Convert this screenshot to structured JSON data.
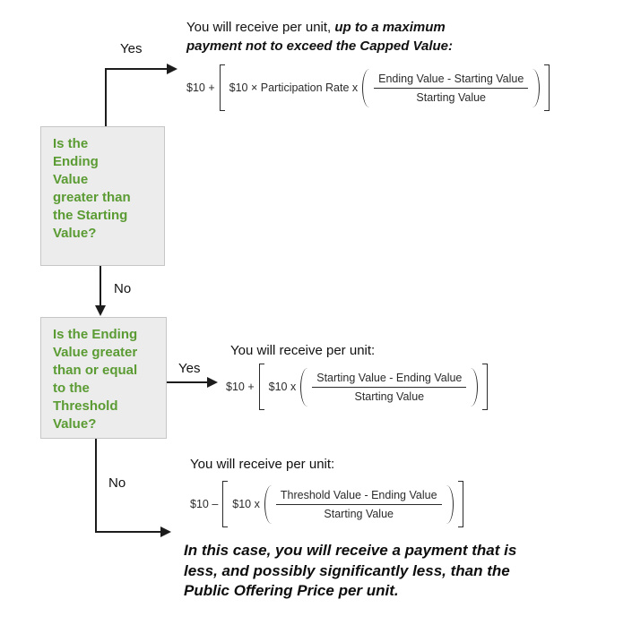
{
  "colors": {
    "green": "#5b9b33",
    "box_bg": "#ececec",
    "box_border": "#c6c6c6",
    "line": "#1c1c1c"
  },
  "decision1": {
    "question": "Is the\nEnding\nValue\ngreater than\nthe Starting\nValue?",
    "yes_label": "Yes",
    "no_label": "No"
  },
  "decision2": {
    "question": "Is the Ending\nValue greater\nthan or equal\nto the\nThreshold\nValue?",
    "yes_label": "Yes",
    "no_label": "No"
  },
  "branch_capped": {
    "caption_normal": "You will receive per unit, ",
    "caption_emphasis": "up to a maximum payment not to exceed the Capped Value:",
    "formula": {
      "lead": "$10 +",
      "inner_lead": "$10 × Participation Rate x",
      "numerator": "Ending Value - Starting Value",
      "denominator": "Starting Value"
    }
  },
  "branch_threshold": {
    "caption": "You will receive per unit:",
    "formula": {
      "lead": "$10 +",
      "inner_lead": "$10 x",
      "numerator": "Starting Value - Ending Value",
      "denominator": "Starting Value"
    }
  },
  "branch_below": {
    "caption": "You will receive per unit:",
    "formula": {
      "lead": "$10 –",
      "inner_lead": "$10 x",
      "numerator": "Threshold Value - Ending Value",
      "denominator": "Starting Value"
    },
    "warning": "In this case, you will receive a payment that is less, and possibly significantly less, than the Public Offering Price per unit."
  }
}
